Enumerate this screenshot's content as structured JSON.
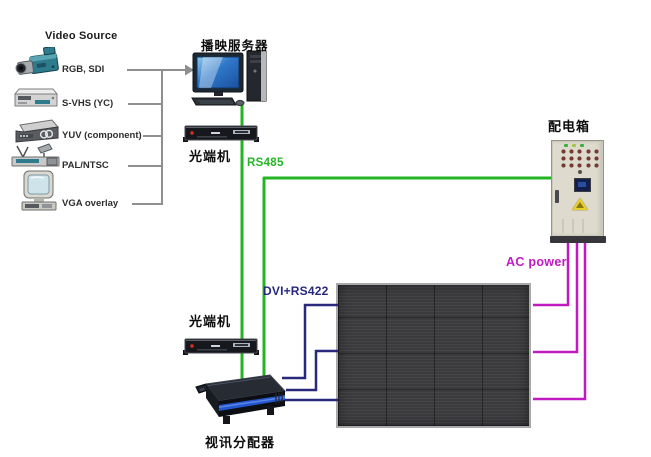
{
  "video_source": {
    "title": "Video Source",
    "items": [
      {
        "label": "RGB, SDI",
        "icon": "camcorder-icon"
      },
      {
        "label": "S-VHS (YC)",
        "icon": "vcr-icon"
      },
      {
        "label": "YUV (component)",
        "icon": "component-player-icon"
      },
      {
        "label": "PAL/NTSC",
        "icon": "tuner-antenna-icon"
      },
      {
        "label": "VGA overlay",
        "icon": "desktop-computer-icon"
      }
    ]
  },
  "nodes": {
    "playback_server": "播映服务器",
    "optical_transceiver_top": "光端机",
    "optical_transceiver_bottom": "光端机",
    "video_distributor": "视讯分配器",
    "power_distribution_box": "配电箱"
  },
  "links": {
    "rs485": "RS485",
    "dvi_rs422": "DVI+RS422",
    "ac_power": "AC power"
  },
  "colors": {
    "signal_green": "#23b523",
    "data_navy": "#28287d",
    "power_magenta": "#c01ac0",
    "source_gray": "#8f8f8f"
  }
}
